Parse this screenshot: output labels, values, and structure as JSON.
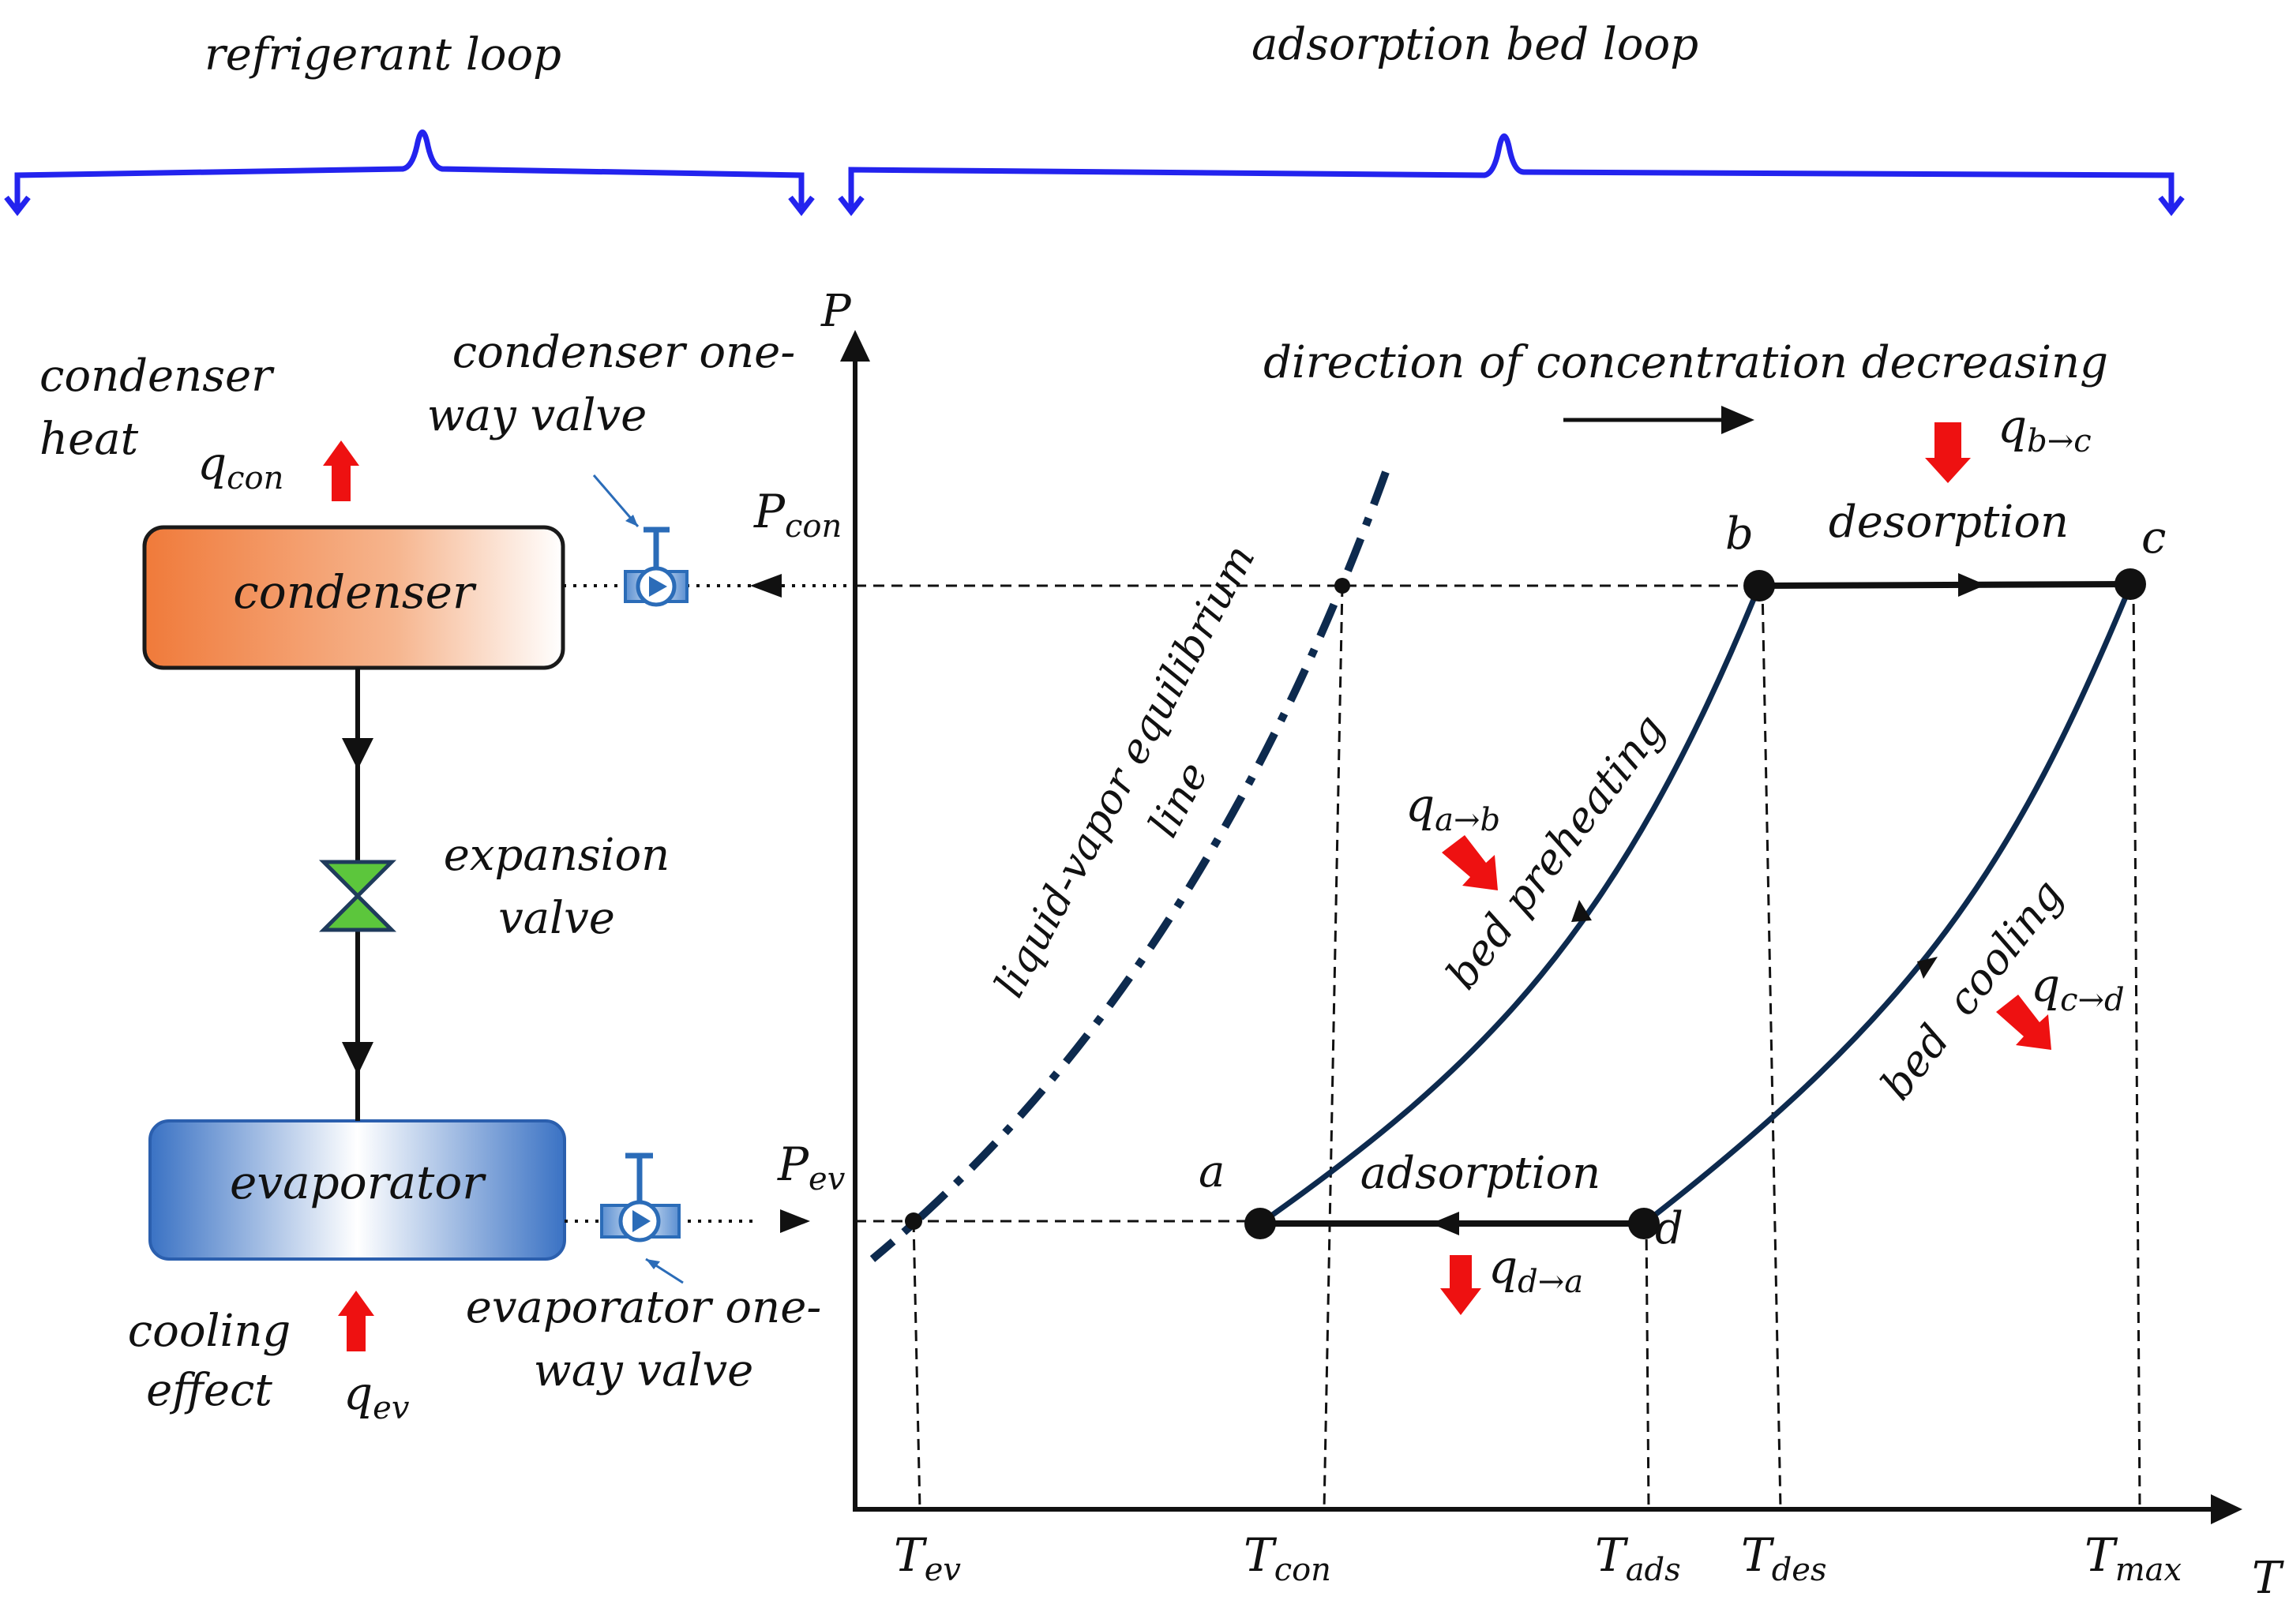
{
  "braces": {
    "refrigerant_loop": "refrigerant loop",
    "adsorption_bed_loop": "adsorption bed loop"
  },
  "components": {
    "condenser": "condenser",
    "evaporator": "evaporator",
    "condenser_valve": [
      "condenser one-",
      "way valve"
    ],
    "expansion_valve": [
      "expansion",
      "valve"
    ],
    "evaporator_valve": [
      "evaporator one-",
      "way valve"
    ],
    "condenser_heat": [
      "condenser",
      "heat"
    ],
    "cooling_effect": [
      "cooling",
      "effect"
    ]
  },
  "heat_flows": {
    "q_con": {
      "base": "q",
      "sub": "con"
    },
    "q_ev": {
      "base": "q",
      "sub": "ev"
    },
    "q_ab": {
      "base": "q",
      "sub": "a→b"
    },
    "q_bc": {
      "base": "q",
      "sub": "b→c"
    },
    "q_cd": {
      "base": "q",
      "sub": "c→d"
    },
    "q_da": {
      "base": "q",
      "sub": "d→a"
    }
  },
  "axes": {
    "x": "T",
    "y": "P",
    "p_con": {
      "base": "P",
      "sub": "con"
    },
    "p_ev": {
      "base": "P",
      "sub": "ev"
    },
    "t_ev": {
      "base": "T",
      "sub": "ev"
    },
    "t_con": {
      "base": "T",
      "sub": "con"
    },
    "t_ads": {
      "base": "T",
      "sub": "ads"
    },
    "t_des": {
      "base": "T",
      "sub": "des"
    },
    "t_max": {
      "base": "T",
      "sub": "max"
    }
  },
  "points": {
    "a": "a",
    "b": "b",
    "c": "c",
    "d": "d"
  },
  "process_labels": {
    "desorption": "desorption",
    "adsorption": "adsorption",
    "bed_preheating": "bed preheating",
    "bed_cooling": "bed  cooling",
    "equilibrium_line": [
      "liquid-vapor equilibrium",
      "line"
    ],
    "concentration": "direction of concentration decreasing"
  },
  "colors": {
    "brace": "#2323ee",
    "curve": "#0d2a4e",
    "heat_arrow": "#ee1111",
    "condenser": "#f07a3a",
    "evaporator": "#3a72c4",
    "expansion_valve": "#5cc63c"
  }
}
